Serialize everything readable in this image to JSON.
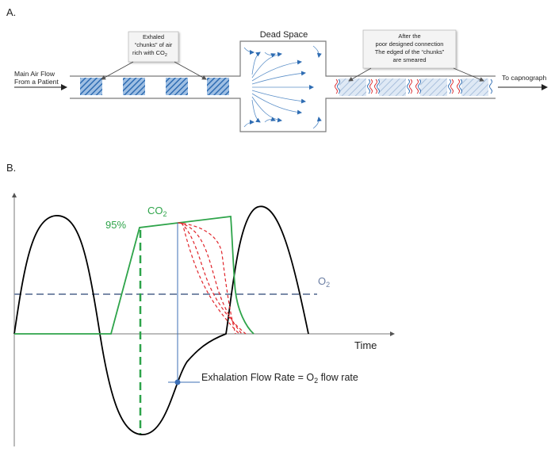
{
  "panel_a": {
    "label": "A.",
    "inlet_line1": "Main Air Flow",
    "inlet_line2": "From a Patient",
    "callout_left_line1": "Exhaled",
    "callout_left_line2": "“chunks” of air",
    "callout_left_line3": "rich with CO",
    "callout_left_sub": "2",
    "dead_space": "Dead Space",
    "callout_right_line1": "After the",
    "callout_right_line2": "poor designed connection",
    "callout_right_line3": "The edged of the “chunks”",
    "callout_right_line4": "are smeared",
    "outlet": "To capnograph",
    "colors": {
      "chunk": "#2f6db3",
      "smear_red": "#d9262a",
      "tube": "#7a7a7a"
    }
  },
  "panel_b": {
    "label": "B.",
    "co2_main": "CO",
    "co2_sub": "2",
    "pct": "95%",
    "o2_main": "O",
    "o2_sub": "2",
    "time_label": "Time",
    "flow_pre": "Exhalation Flow Rate = O",
    "flow_sub": "2",
    "flow_post": " flow rate",
    "colors": {
      "flow": "#000000",
      "co2": "#2ea44a",
      "o2": "#7a8ba8",
      "dashed_red": "#e0242a",
      "marker": "#3c6fb6"
    }
  }
}
